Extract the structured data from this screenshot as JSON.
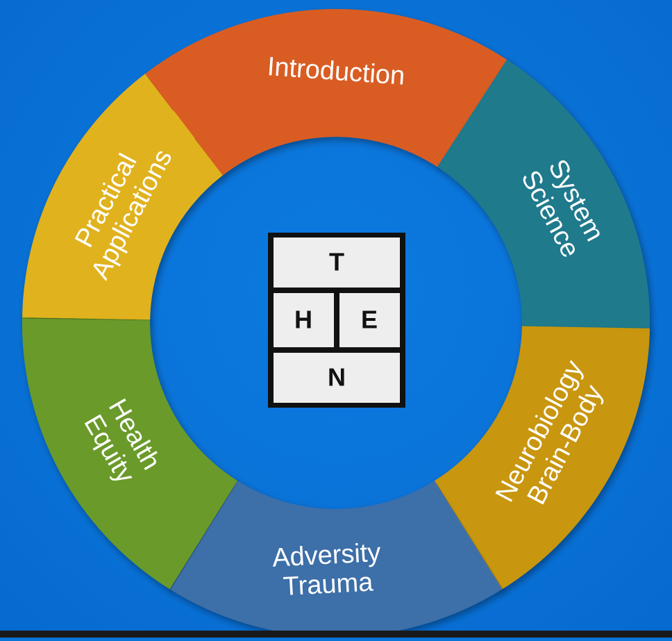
{
  "diagram": {
    "segments": [
      {
        "id": "introduction",
        "lines": [
          "Introduction"
        ],
        "color": "#d95d23"
      },
      {
        "id": "system-science",
        "lines": [
          "System",
          "Science"
        ],
        "color": "#1f7a8c"
      },
      {
        "id": "neurobiology",
        "lines": [
          "Neurobiology",
          "Brain-Body"
        ],
        "color": "#c8960f"
      },
      {
        "id": "adversity",
        "lines": [
          "Adversity",
          "Trauma"
        ],
        "color": "#3d6fa8"
      },
      {
        "id": "health-equity",
        "lines": [
          "Health",
          "Equity"
        ],
        "color": "#6a9a2a"
      },
      {
        "id": "practical",
        "lines": [
          "Practical",
          "Applications"
        ],
        "color": "#e0b21e"
      }
    ],
    "center_logo": {
      "top": "T",
      "middle_left": "H",
      "middle_right": "E",
      "bottom": "N"
    }
  }
}
